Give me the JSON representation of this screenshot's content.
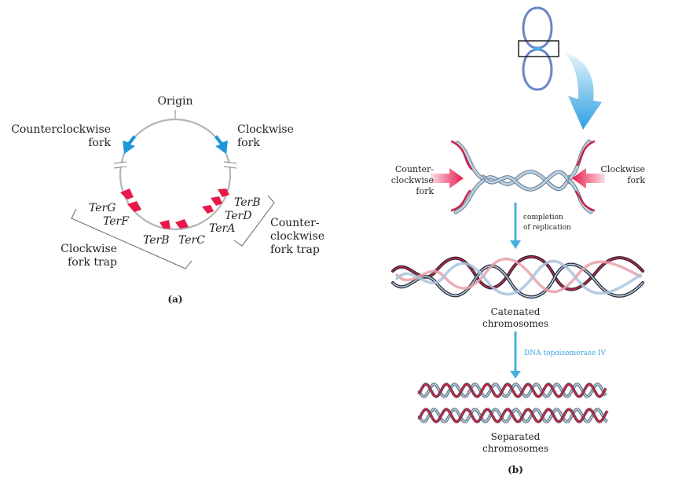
{
  "panel_a": {
    "origin_label": "Origin",
    "ccw_fork_label": [
      "Counterclockwise",
      "fork"
    ],
    "cw_fork_label": [
      "Clockwise",
      "fork"
    ],
    "ter_sites_cw_trap": [
      "TerG",
      "TerF",
      "TerB",
      "TerC"
    ],
    "ter_sites_ccw_trap": [
      "TerB",
      "TerD",
      "TerA"
    ],
    "cw_trap_label": [
      "Clockwise",
      "fork trap"
    ],
    "ccw_trap_label": [
      "Counter-",
      "clockwise",
      "fork trap"
    ],
    "caption": "(a)"
  },
  "panel_b": {
    "ccw_fork_label": [
      "Counter-",
      "clockwise",
      "fork"
    ],
    "cw_fork_label": [
      "Clockwise",
      "fork"
    ],
    "step1_label": [
      "completion",
      "of replication"
    ],
    "catenated_label": [
      "Catenated",
      "chromosomes"
    ],
    "step2_label": "DNA topoisomerase IV",
    "separated_label": [
      "Separated",
      "chromosomes"
    ],
    "caption": "(b)"
  },
  "colors": {
    "fork_arrow": "#1e96d8",
    "ter_site": "#e8194a",
    "dna_circle": "#b5b5b5",
    "plasmid": "#6a86c8",
    "process_arrow": "#4aade0",
    "topo_text": "#3aa6e0",
    "strand_blue": "#a8c4dc",
    "strand_red": "#cc2046",
    "strand_pink": "#e8a0a8",
    "strand_dark": "#2a2a38"
  }
}
